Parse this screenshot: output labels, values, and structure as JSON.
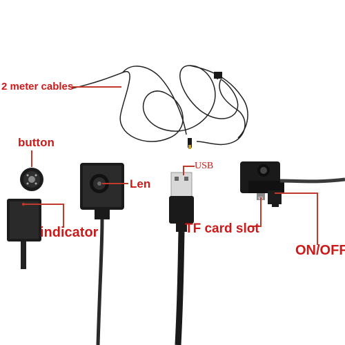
{
  "labels": {
    "cables": "2 meter cables",
    "button": "button",
    "indicator": "indicator",
    "len": "Len",
    "usb": "USB",
    "tf_card_slot": "TF card slot",
    "on_off": "ON/OFF"
  },
  "colors": {
    "label_text": "#cc1a1a",
    "leader_line": "#c0392b",
    "device_body": "#1a1a1a",
    "cable": "#222222",
    "background": "#ffffff"
  }
}
